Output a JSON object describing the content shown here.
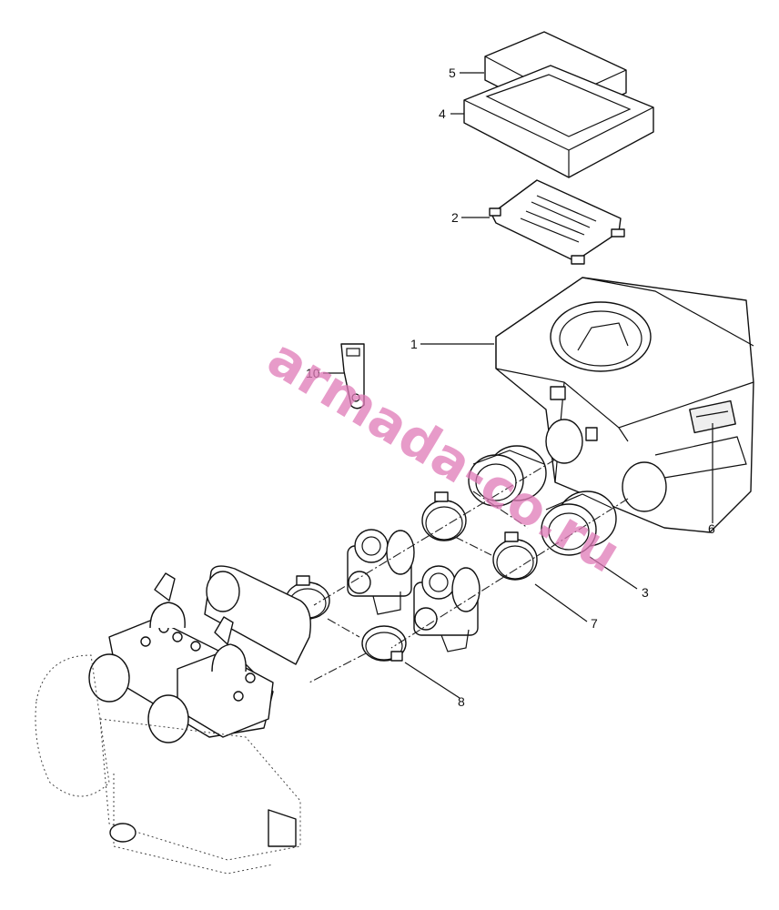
{
  "watermark": "armada-co.ru",
  "callouts": [
    {
      "id": "5",
      "label": "5"
    },
    {
      "id": "4",
      "label": "4"
    },
    {
      "id": "2",
      "label": "2"
    },
    {
      "id": "1",
      "label": "1"
    },
    {
      "id": "10",
      "label": "10"
    },
    {
      "id": "6",
      "label": "6"
    },
    {
      "id": "3",
      "label": "3"
    },
    {
      "id": "7",
      "label": "7"
    },
    {
      "id": "8",
      "label": "8"
    }
  ],
  "colors": {
    "line": "#111111",
    "watermark": "#e07ab8"
  }
}
